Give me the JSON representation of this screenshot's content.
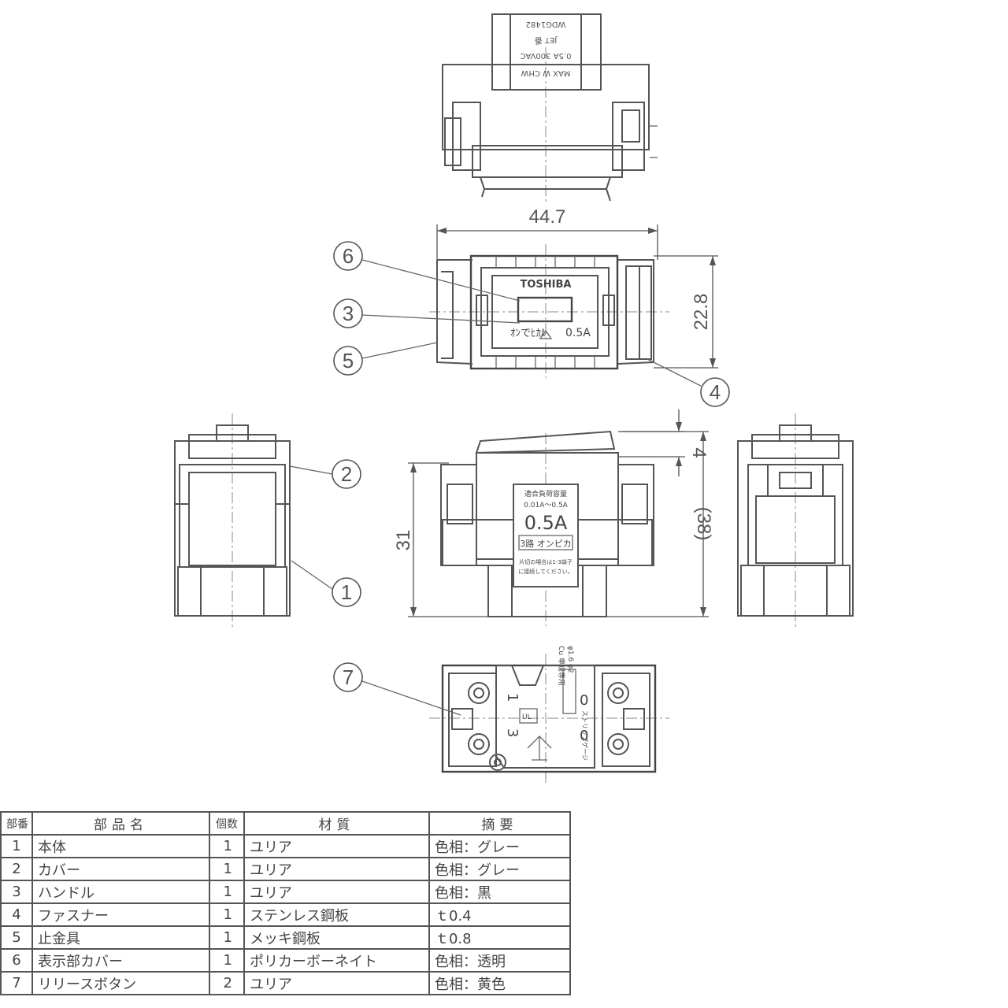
{
  "dimensions": {
    "width": "44.7",
    "height": "22.8",
    "body_height": "31",
    "overall_height": "(38)",
    "handle_stroke": "4"
  },
  "callouts": [
    "1",
    "2",
    "3",
    "4",
    "5",
    "6",
    "7"
  ],
  "front_view": {
    "brand": "TOSHIBA",
    "label_left": "ｵﾝでﾋｶﾙ",
    "label_right": "0.5A"
  },
  "side_view": {
    "label_line1": "適合負荷容量",
    "label_line2": "0.01A〜0.5A",
    "rating": "0.5A",
    "type_label": "3路 オンピカ",
    "note_line1": "片切の場合は1-3端子",
    "note_line2": "に接続してください。"
  },
  "top_view": {
    "label_line1": "MAX W CHW",
    "label_line2": "0.5A 300VAC",
    "label_line3": "JET 番",
    "label_line4": "WDG1482"
  },
  "bottom_view": {
    "terminal_1": "1",
    "terminal_3": "3",
    "terminal_0a": "0",
    "terminal_0b": "0",
    "wire_spec_1": "φ1.6 φ2",
    "wire_spec_2": "Cu 単線専用",
    "strip_gauge": "ストリップゲージ",
    "ul_mark": "UL"
  },
  "parts_table": {
    "headers": [
      "部番",
      "部品名",
      "個数",
      "材質",
      "摘要"
    ],
    "rows": [
      [
        "1",
        "本体",
        "1",
        "ユリア",
        "色相：グレー"
      ],
      [
        "2",
        "カバー",
        "1",
        "ユリア",
        "色相：グレー"
      ],
      [
        "3",
        "ハンドル",
        "1",
        "ユリア",
        "色相：黒"
      ],
      [
        "4",
        "ファスナー",
        "1",
        "ステンレス鋼板",
        "ｔ0.4"
      ],
      [
        "5",
        "止金具",
        "1",
        "メッキ鋼板",
        "ｔ0.8"
      ],
      [
        "6",
        "表示部カバー",
        "1",
        "ポリカーボーネイト",
        "色相：透明"
      ],
      [
        "7",
        "リリースボタン",
        "2",
        "ユリア",
        "色相：黄色"
      ]
    ]
  }
}
